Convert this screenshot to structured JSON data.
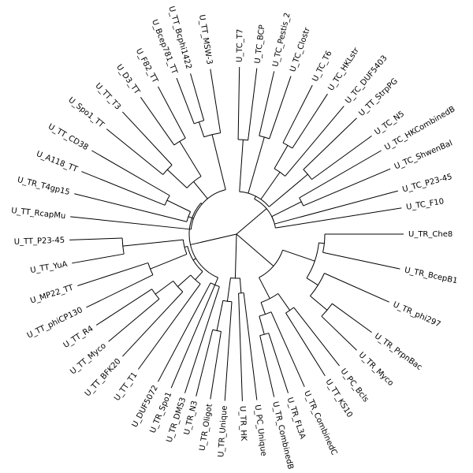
{
  "tree": {
    "leaves": [
      {
        "label": "U_TR_Che8",
        "angle": 0
      },
      {
        "label": "U_TR_BcepB1",
        "angle": 12
      },
      {
        "label": "U_TR_phi297",
        "angle": 24
      },
      {
        "label": "U_TR_PrpnBac",
        "angle": 36
      },
      {
        "label": "U_TR_Myco",
        "angle": 44
      },
      {
        "label": "U_PC_Bcls",
        "angle": 52
      },
      {
        "label": "U_TT_KS10",
        "angle": 58
      },
      {
        "label": "U_TR_CombinedC",
        "angle": 66
      },
      {
        "label": "U_TR_FL3A",
        "angle": 72
      },
      {
        "label": "U_TR_CombinedB",
        "angle": 77
      },
      {
        "label": "U_PC_Unique",
        "angle": 83
      },
      {
        "label": "U_TR_HK",
        "angle": 88
      },
      {
        "label": "U_TR_Unique",
        "angle": 94
      },
      {
        "label": "U_TR_Oligot",
        "angle": 99
      },
      {
        "label": "U_TR_N3",
        "angle": 104
      },
      {
        "label": "U_TR_DMS3",
        "angle": 108
      },
      {
        "label": "U_TR_Spo1",
        "angle": 113
      },
      {
        "label": "U_DUF5072",
        "angle": 118
      },
      {
        "label": "U_TT_T1",
        "angle": 126
      },
      {
        "label": "U_TT_BFK20",
        "angle": 133
      },
      {
        "label": "U_TT_Myco",
        "angle": 140
      },
      {
        "label": "U_TT_R4",
        "angle": 147
      },
      {
        "label": "U_TT_phiCP130",
        "angle": 154
      },
      {
        "label": "U_MP22_TT",
        "angle": 162
      },
      {
        "label": "U_TT_YuA",
        "angle": 170
      },
      {
        "label": "U_TT_P23-45",
        "angle": 178
      },
      {
        "label": "U_TT_RcapMu",
        "angle": 186
      },
      {
        "label": "U_TR_T4gp15",
        "angle": 194
      },
      {
        "label": "U_A118_TT",
        "angle": 202
      },
      {
        "label": "U_TT_CD38",
        "angle": 210
      },
      {
        "label": "U_Spo1_TT",
        "angle": 219
      },
      {
        "label": "U_TT_T3",
        "angle": 227
      },
      {
        "label": "U_D3_TT",
        "angle": 235
      },
      {
        "label": "U_F82_TT",
        "angle": 242
      },
      {
        "label": "U_Bcep781_TT",
        "angle": 249
      },
      {
        "label": "U_TT_Bcphi1422",
        "angle": 254
      },
      {
        "label": "U_TT_MSW-3",
        "angle": 261
      },
      {
        "label": "U_TC_T7",
        "angle": 271
      },
      {
        "label": "U_TC_BCP",
        "angle": 277
      },
      {
        "label": "U_TC_Pestis_2",
        "angle": 283
      },
      {
        "label": "U_TC_Clostr",
        "angle": 289
      },
      {
        "label": "U_TC_T6",
        "angle": 297
      },
      {
        "label": "U_TC_HKLstr",
        "angle": 303
      },
      {
        "label": "U_TC_DUF5403",
        "angle": 310
      },
      {
        "label": "U_TT_StrpPG",
        "angle": 316
      },
      {
        "label": "U_TC_N5",
        "angle": 324
      },
      {
        "label": "U_TC_HKCombinedB",
        "angle": 330
      },
      {
        "label": "U_TC_ShwenBal",
        "angle": 337
      },
      {
        "label": "U_TC_P23-45",
        "angle": 345
      },
      {
        "label": "U_TC_F10",
        "angle": 351
      }
    ]
  }
}
